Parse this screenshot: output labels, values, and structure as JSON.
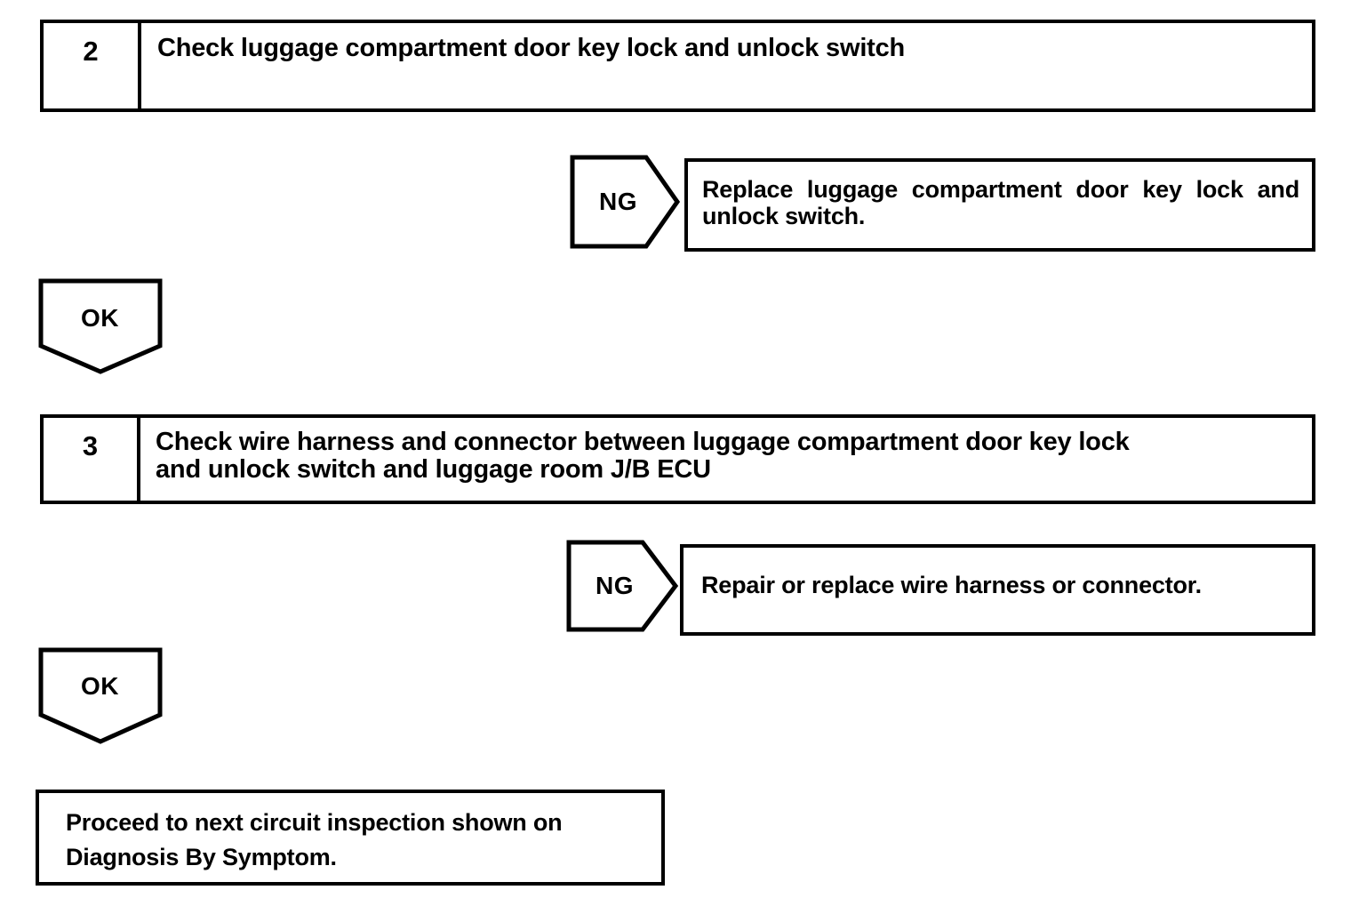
{
  "document": {
    "type": "troubleshooting-flowchart",
    "line_color": "#000000",
    "background_color": "#ffffff",
    "text_color": "#000000"
  },
  "steps": [
    {
      "number": "2",
      "instruction": "Check luggage compartment door key lock and unlock switch"
    },
    {
      "number": "3",
      "instruction": "Check wire harness and connector between luggage compartment door key lock\nand unlock switch and luggage room J/B ECU"
    }
  ],
  "branches": [
    {
      "label": "NG",
      "result": "Replace luggage compartment door key lock and unlock switch."
    },
    {
      "label": "OK",
      "result": ""
    },
    {
      "label": "NG",
      "result": "Repair or replace wire harness or connector."
    },
    {
      "label": "OK",
      "result": ""
    }
  ],
  "terminal": {
    "text": "Proceed to next circuit inspection shown on\nDiagnosis By Symptom."
  }
}
